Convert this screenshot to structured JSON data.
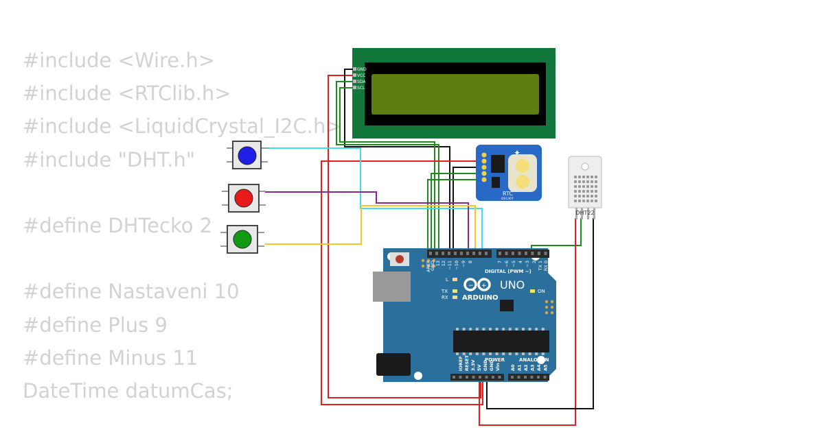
{
  "code_lines": [
    "#include <Wire.h>",
    "#include <RTClib.h>",
    "#include <LiquidCrystal_I2C.h>",
    "#include \"DHT.h\"",
    "",
    "#define DHTecko 2",
    "",
    "#define Nastaveni 10",
    "#define Plus 9",
    "#define Minus 11",
    "DateTime datumCas;"
  ],
  "lcd": {
    "pins": [
      "GND",
      "VCC",
      "SDA",
      "SCL"
    ]
  },
  "rtc": {
    "label": "RTC",
    "chip": "DS1307"
  },
  "dht": {
    "label": "DHT22"
  },
  "buttons": [
    {
      "color": "blue"
    },
    {
      "color": "red"
    },
    {
      "color": "green"
    }
  ],
  "arduino": {
    "brand": "ARDUINO",
    "model": "UNO",
    "digital_label": "DIGITAL (PWM ~)",
    "power_label": "POWER",
    "analog_label": "ANALOG IN",
    "on_label": "ON",
    "led_l": "L",
    "led_tx": "TX",
    "led_rx": "RX",
    "top_pins": [
      "AREF",
      "GND",
      "13",
      "12",
      "~11",
      "~10",
      "~9",
      "8",
      "7",
      "~6",
      "~5",
      "4",
      "~3",
      "2",
      "TX 1",
      "RX 0"
    ],
    "power_pins": [
      "IOREF",
      "RESET",
      "3.3V",
      "5V",
      "GND",
      "GND",
      "Vin"
    ],
    "analog_pins": [
      "A0",
      "A1",
      "A2",
      "A3",
      "A4",
      "A5"
    ]
  },
  "colors": {
    "board": "#2b6f9c",
    "lcd_pcb": "#12773a",
    "lcd_screen": "#5e7d0f",
    "wire_red": "#e02020",
    "wire_black": "#111111",
    "wire_green": "#1e8a1e",
    "wire_cyan": "#40dde8",
    "wire_purple": "#8a258e",
    "wire_yellow": "#f0c82a"
  }
}
